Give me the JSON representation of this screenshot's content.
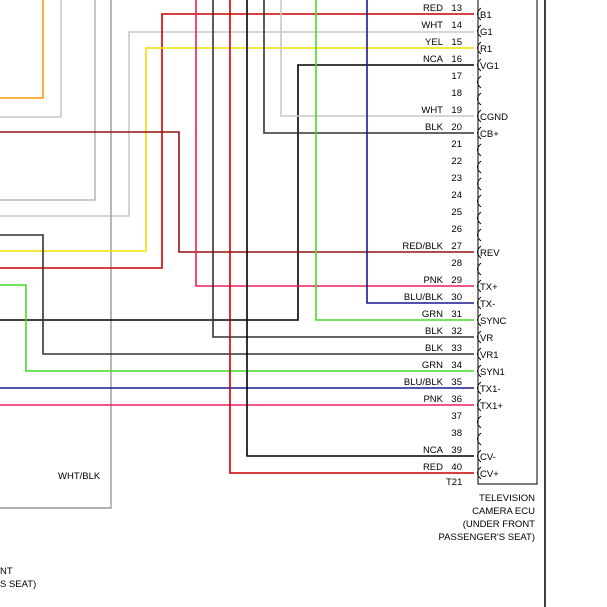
{
  "connector": "T21",
  "component": [
    "TELEVISION",
    "CAMERA ECU",
    "(UNDER FRONT",
    "PASSENGER'S SEAT)"
  ],
  "left_caption": [
    "NT",
    "S SEAT)"
  ],
  "bundle_label": "WHT/BLK",
  "pins": [
    {
      "pin": "13",
      "wire": "RED",
      "signal": "B1",
      "color": "#cc0000"
    },
    {
      "pin": "14",
      "wire": "WHT",
      "signal": "G1",
      "color": "#c8c8c8"
    },
    {
      "pin": "15",
      "wire": "YEL",
      "signal": "R1",
      "color": "#f0e000"
    },
    {
      "pin": "16",
      "wire": "NCA",
      "signal": "VG1",
      "color": "#000000"
    },
    {
      "pin": "17",
      "wire": "",
      "signal": "",
      "color": ""
    },
    {
      "pin": "18",
      "wire": "",
      "signal": "",
      "color": ""
    },
    {
      "pin": "19",
      "wire": "WHT",
      "signal": "CGND",
      "color": "#c8c8c8"
    },
    {
      "pin": "20",
      "wire": "BLK",
      "signal": "CB+",
      "color": "#333333"
    },
    {
      "pin": "21",
      "wire": "",
      "signal": "",
      "color": ""
    },
    {
      "pin": "22",
      "wire": "",
      "signal": "",
      "color": ""
    },
    {
      "pin": "23",
      "wire": "",
      "signal": "",
      "color": ""
    },
    {
      "pin": "24",
      "wire": "",
      "signal": "",
      "color": ""
    },
    {
      "pin": "25",
      "wire": "",
      "signal": "",
      "color": ""
    },
    {
      "pin": "26",
      "wire": "",
      "signal": "",
      "color": ""
    },
    {
      "pin": "27",
      "wire": "RED/BLK",
      "signal": "REV",
      "color": "#991010"
    },
    {
      "pin": "28",
      "wire": "",
      "signal": "",
      "color": ""
    },
    {
      "pin": "29",
      "wire": "PNK",
      "signal": "TX+",
      "color": "#e8205a"
    },
    {
      "pin": "30",
      "wire": "BLU/BLK",
      "signal": "TX-",
      "color": "#1a1a90"
    },
    {
      "pin": "31",
      "wire": "GRN",
      "signal": "SYNC",
      "color": "#44dd22"
    },
    {
      "pin": "32",
      "wire": "BLK",
      "signal": "VR",
      "color": "#333333"
    },
    {
      "pin": "33",
      "wire": "BLK",
      "signal": "VR1",
      "color": "#333333"
    },
    {
      "pin": "34",
      "wire": "GRN",
      "signal": "SYN1",
      "color": "#44dd22"
    },
    {
      "pin": "35",
      "wire": "BLU/BLK",
      "signal": "TX1-",
      "color": "#1a1a90"
    },
    {
      "pin": "36",
      "wire": "PNK",
      "signal": "TX1+",
      "color": "#e8205a"
    },
    {
      "pin": "37",
      "wire": "",
      "signal": "",
      "color": ""
    },
    {
      "pin": "38",
      "wire": "",
      "signal": "",
      "color": ""
    },
    {
      "pin": "39",
      "wire": "NCA",
      "signal": "CV-",
      "color": "#000000"
    },
    {
      "pin": "40",
      "wire": "RED",
      "signal": "CV+",
      "color": "#cc0000"
    }
  ],
  "partial_top": {
    "signal": "B",
    "pin": ""
  },
  "extra_wires": [
    {
      "name": "orange",
      "color": "#ff9900"
    },
    {
      "name": "light-gray-1",
      "color": "#c8c8c8"
    },
    {
      "name": "light-gray-2",
      "color": "#b8b8b8"
    },
    {
      "name": "gray-bundle",
      "color": "#999999"
    }
  ]
}
